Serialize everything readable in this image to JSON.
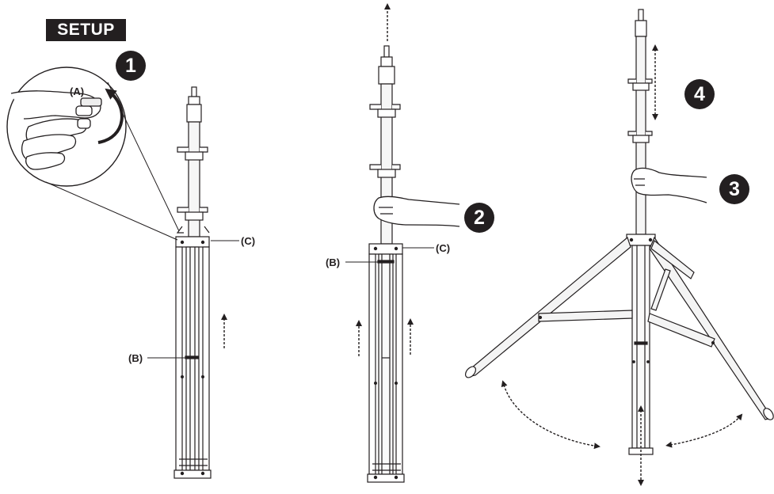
{
  "header": {
    "title": "SETUP"
  },
  "steps": [
    "1",
    "2",
    "3",
    "4"
  ],
  "labels": {
    "a": "(A)",
    "b": "(B)",
    "c": "(C)"
  },
  "colors": {
    "ink": "#231f20",
    "background": "#ffffff",
    "stand_fill": "#f2f2f2"
  },
  "icons": [
    "rotate-arrow-icon",
    "up-arrow-icon",
    "double-arrow-icon"
  ]
}
